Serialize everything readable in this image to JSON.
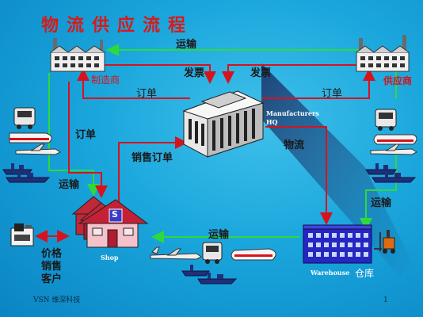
{
  "title": "物流供应流程",
  "nodes": {
    "manufacturer": "制造商",
    "supplier": "供应商",
    "hq_line1": "Manufacturers",
    "hq_line2": "HQ",
    "shop": "Shop",
    "shop_sign": "S",
    "warehouse": "Warehouse",
    "warehouse_cn": "仓库",
    "customer": [
      "价格",
      "销售",
      "客户"
    ]
  },
  "flows": {
    "transport_top": "运输",
    "invoice_left": "发票",
    "invoice_right": "发票",
    "order_left": "订单",
    "order_right": "订单",
    "order_mid": "订单",
    "sales_order": "销售订单",
    "logistics": "物流",
    "transport_left": "运输",
    "transport_right": "运输",
    "transport_bottom": "运输"
  },
  "footer": {
    "company": "VSN 维深科技",
    "page": "1"
  },
  "colors": {
    "flow_red": "#d8121c",
    "flow_green": "#2fd83c",
    "title_red": "#d71a1a"
  }
}
